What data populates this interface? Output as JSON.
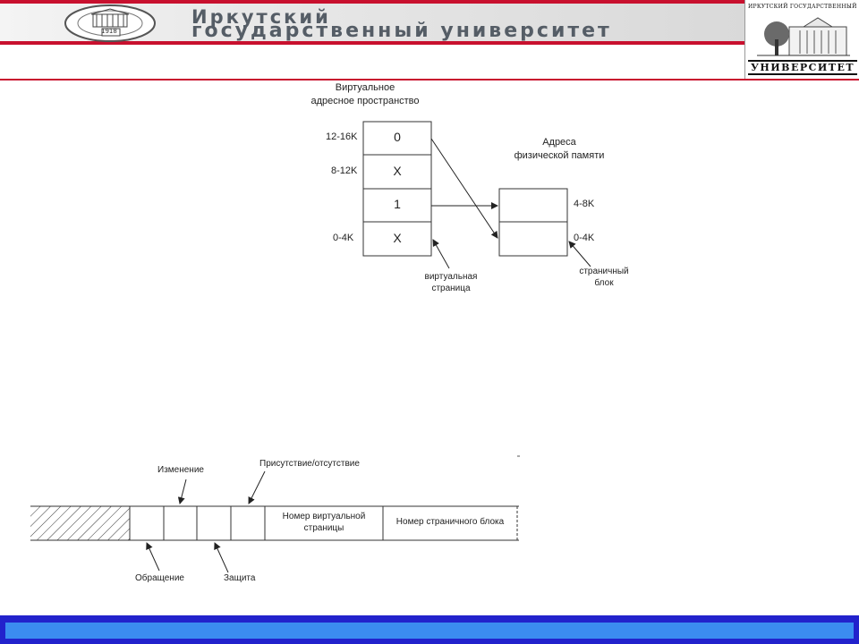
{
  "header": {
    "title_line1": "Иркутский",
    "title_line2": "государственный университет",
    "logo_top_text": "ИРКУТСКИЙ ГОСУДАРСТВЕННЫЙ",
    "logo_bottom_text": "УНИВЕРСИТЕТ",
    "seal_year": "1918"
  },
  "colors": {
    "header_red": "#c8102e",
    "footer_blue": "#2222cc",
    "footer_light": "#3b8cf0"
  },
  "diagram1": {
    "virtual_title_line1": "Виртуальное",
    "virtual_title_line2": "адресное пространство",
    "physical_title_line1": "Адреса",
    "physical_title_line2": "физической памяти",
    "virtual_pages": [
      {
        "range": "12-16K",
        "value": "0"
      },
      {
        "range": "8-12K",
        "value": "X"
      },
      {
        "range": "",
        "value": "1"
      },
      {
        "range": "0-4K",
        "value": "X"
      }
    ],
    "physical_frames": [
      {
        "range": "4-8K"
      },
      {
        "range": "0-4K"
      }
    ],
    "virtual_page_label_line1": "виртуальная",
    "virtual_page_label_line2": "страница",
    "frame_label_line1": "страничный",
    "frame_label_line2": "блок"
  },
  "diagram2": {
    "label_change": "Изменение",
    "label_presence": "Присутствие/отсутствие",
    "label_access": "Обращение",
    "label_protection": "Защита",
    "field_virtual_page_line1": "Номер виртуальной",
    "field_virtual_page_line2": "страницы",
    "field_frame": "Номер страничного блока"
  }
}
